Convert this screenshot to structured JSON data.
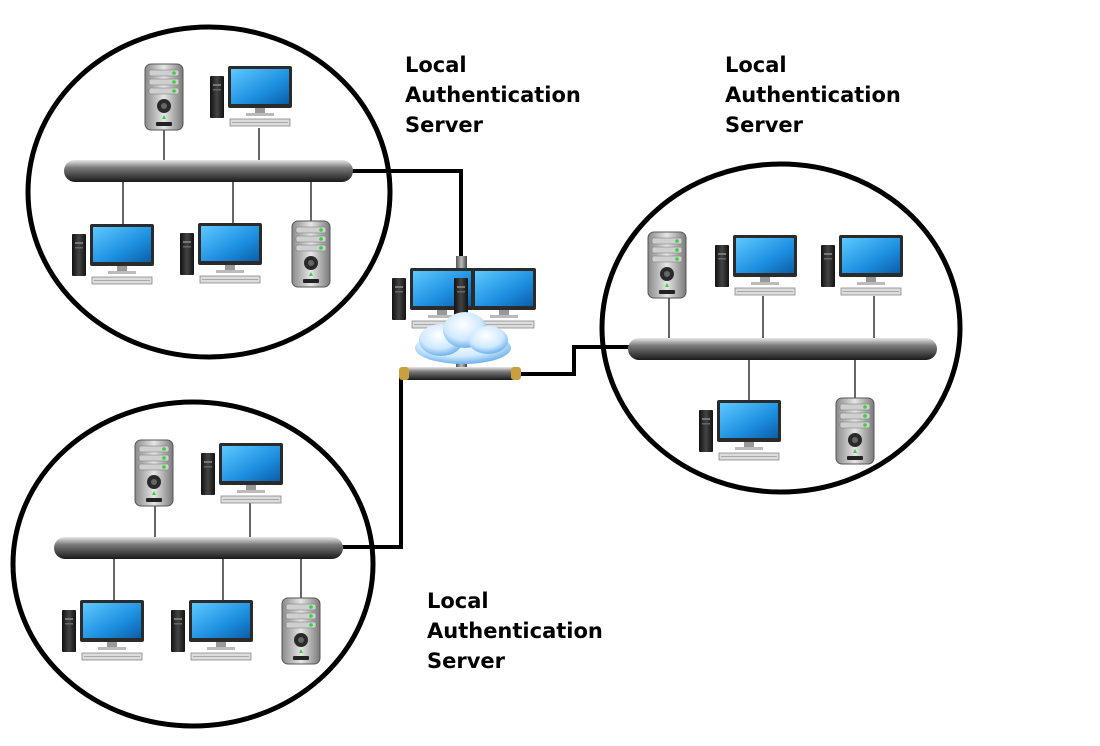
{
  "labels": [
    {
      "id": "top-left",
      "lines": [
        "Local",
        "Authentication",
        "Server"
      ]
    },
    {
      "id": "top-right",
      "lines": [
        "Local",
        "Authentication",
        "Server"
      ]
    },
    {
      "id": "bottom-left",
      "lines": [
        "Local",
        "Authentication",
        "Server"
      ]
    }
  ],
  "icons": {
    "server": "server-icon",
    "computer": "desktop-computer-icon",
    "cloud": "cloud-icon"
  },
  "colors": {
    "outline": "#000000",
    "bus": "#2a2a2a",
    "screen": "#1f8fdb",
    "bus_cap": "#c8a040"
  }
}
